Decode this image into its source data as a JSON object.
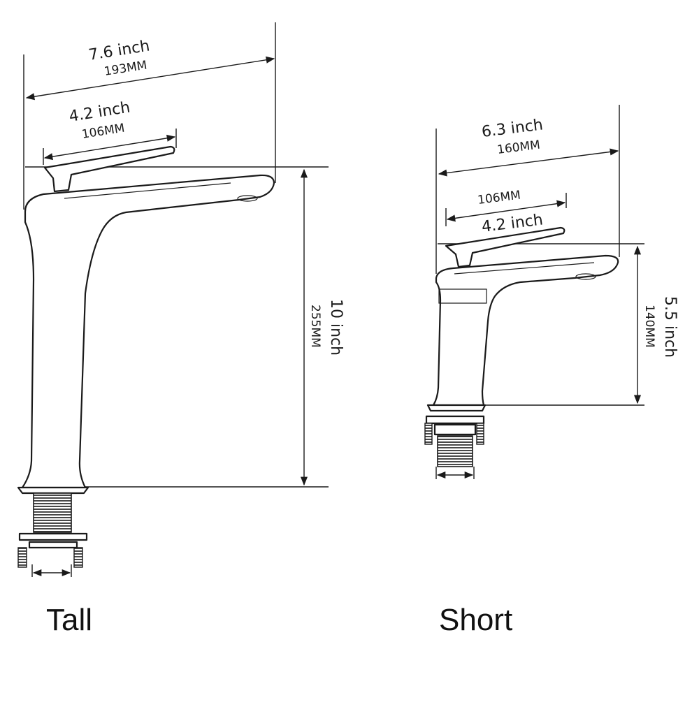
{
  "tall": {
    "caption": "Tall",
    "width_inch": "7.6 inch",
    "width_mm": "193MM",
    "handle_inch": "4.2 inch",
    "handle_mm": "106MM",
    "height_inch": "10 inch",
    "height_mm": "255MM"
  },
  "short": {
    "caption": "Short",
    "width_inch": "6.3 inch",
    "width_mm": "160MM",
    "handle_mm": "106MM",
    "handle_inch": "4.2 inch",
    "height_inch": "5.5 inch",
    "height_mm": "140MM"
  }
}
